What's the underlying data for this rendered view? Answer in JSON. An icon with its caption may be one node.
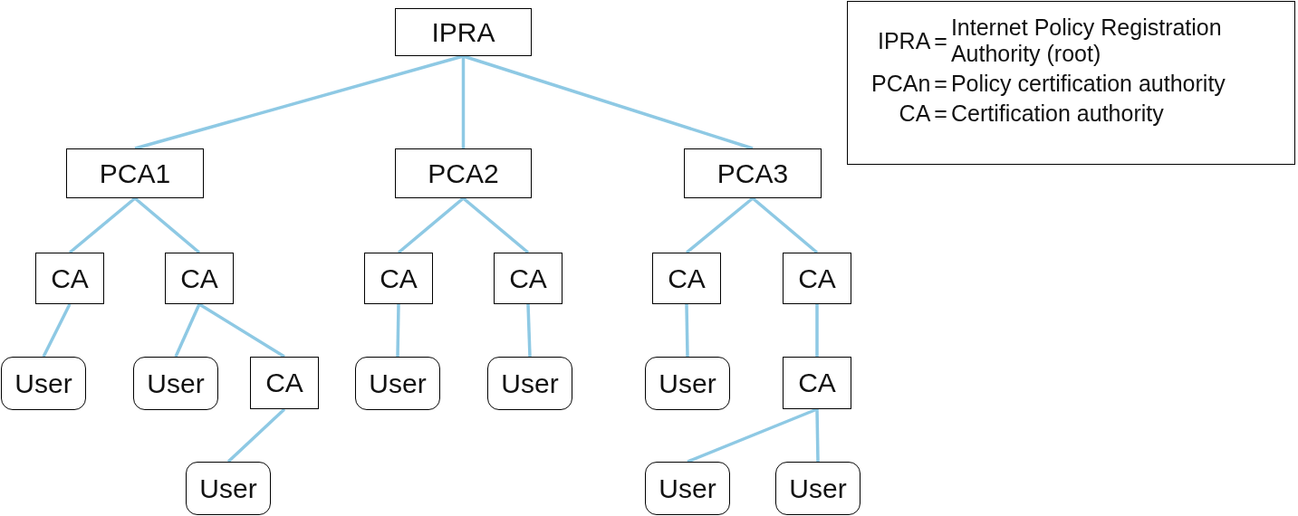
{
  "diagram": {
    "nodes": [
      {
        "text": [
          "IPRA"
        ]
      },
      {
        "text": [
          "PCA1"
        ]
      },
      {
        "text": [
          "PCA2"
        ]
      },
      {
        "text": [
          "PCA3"
        ]
      },
      {
        "text": [
          "CA"
        ]
      },
      {
        "text": [
          "CA"
        ]
      },
      {
        "text": [
          "CA"
        ]
      },
      {
        "text": [
          "CA"
        ]
      },
      {
        "text": [
          "CA"
        ]
      },
      {
        "text": [
          "CA"
        ]
      },
      {
        "text": [
          "User"
        ]
      },
      {
        "text": [
          "User"
        ]
      },
      {
        "text": [
          "CA"
        ]
      },
      {
        "text": [
          "User"
        ]
      },
      {
        "text": [
          "User"
        ]
      },
      {
        "text": [
          "User"
        ]
      },
      {
        "text": [
          "CA"
        ]
      },
      {
        "text": [
          "User"
        ]
      },
      {
        "text": [
          "User"
        ]
      },
      {
        "text": [
          "User"
        ]
      },
      {
        "text": [
          "IPRA",
          "=",
          "Internet Policy Registration Authority (root)",
          "PCAn",
          "=",
          "Policy certification authority",
          "CA",
          "=",
          "Certification authority"
        ]
      }
    ],
    "edges": [
      {
        "from": 0,
        "to": 1,
        "arrow": "none"
      },
      {
        "from": 0,
        "to": 2,
        "arrow": "none"
      },
      {
        "from": 0,
        "to": 3,
        "arrow": "none"
      },
      {
        "from": 1,
        "to": 4,
        "arrow": "none"
      },
      {
        "from": 1,
        "to": 5,
        "arrow": "none"
      },
      {
        "from": 2,
        "to": 6,
        "arrow": "none"
      },
      {
        "from": 2,
        "to": 7,
        "arrow": "none"
      },
      {
        "from": 3,
        "to": 8,
        "arrow": "none"
      },
      {
        "from": 3,
        "to": 9,
        "arrow": "none"
      },
      {
        "from": 4,
        "to": 10,
        "arrow": "none"
      },
      {
        "from": 5,
        "to": 11,
        "arrow": "none"
      },
      {
        "from": 5,
        "to": 12,
        "arrow": "none"
      },
      {
        "from": 6,
        "to": 13,
        "arrow": "none"
      },
      {
        "from": 7,
        "to": 14,
        "arrow": "none"
      },
      {
        "from": 8,
        "to": 15,
        "arrow": "none"
      },
      {
        "from": 9,
        "to": 16,
        "arrow": "none"
      },
      {
        "from": 12,
        "to": 17,
        "arrow": "none"
      },
      {
        "from": 16,
        "to": 18,
        "arrow": "none"
      },
      {
        "from": 16,
        "to": 19,
        "arrow": "none"
      }
    ]
  }
}
